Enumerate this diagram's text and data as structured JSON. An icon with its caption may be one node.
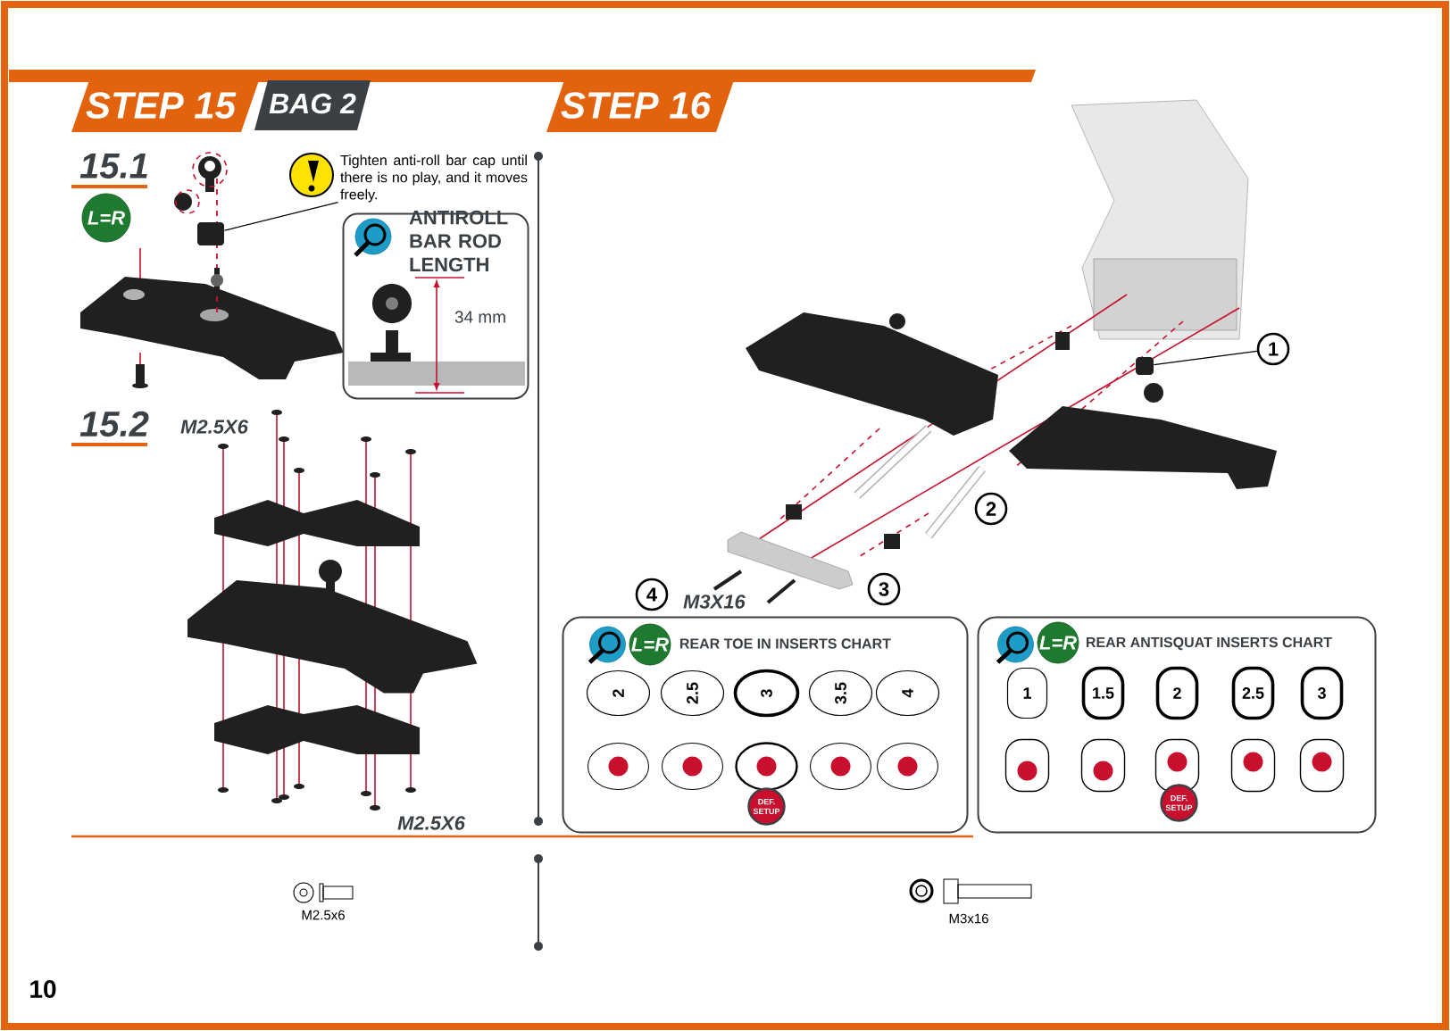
{
  "diagram": {
    "nodes": [
      {
        "text": [
          "Tighten anti-roll bar cap until there is no play, and it moves freely."
        ]
      },
      {
        "text": [],
        "shape": "box"
      },
      {
        "text": [
          "ANTIROLL BAR ROD LENGTH",
          "34 mm"
        ]
      },
      {
        "text": [
          "1"
        ]
      },
      {
        "text": [],
        "shape": "box"
      },
      {
        "text": [
          "2"
        ]
      },
      {
        "text": [
          "3"
        ]
      },
      {
        "text": [
          "4"
        ],
        "beside": [
          "M3X16"
        ]
      },
      {
        "text": [
          "REAR TOE IN INSERTS CHART"
        ]
      },
      {
        "text": [
          "2"
        ],
        "in": 8
      },
      {
        "text": [
          "2.5"
        ],
        "in": 8
      },
      {
        "text": [
          "3"
        ],
        "in": 8
      },
      {
        "text": [
          "3.5"
        ],
        "in": 8
      },
      {
        "text": [
          "4"
        ],
        "in": 8
      },
      {
        "text": [
          "DEF. SETUP"
        ],
        "in": 8
      },
      {
        "text": [
          "REAR ANTISQUAT INSERTS CHART"
        ]
      },
      {
        "text": [
          "1"
        ],
        "in": 15
      },
      {
        "text": [
          "1.5"
        ],
        "in": 15
      },
      {
        "text": [
          "2"
        ],
        "in": 15
      },
      {
        "text": [
          "2.5"
        ],
        "in": 15
      },
      {
        "text": [
          "3"
        ],
        "in": 15
      },
      {
        "text": [
          "DEF. SETUP"
        ],
        "in": 15
      }
    ],
    "edges": [
      {
        "from": 0,
        "to": 1,
        "arrow": "none"
      },
      {
        "from": 3,
        "to": 4,
        "arrow": "none"
      }
    ],
    "labels": [
      "STEP 15",
      "BAG 2",
      "STEP 16",
      "15.1",
      "L=R",
      "15.2",
      "M2.5X6",
      "M2.5X6",
      "L=R",
      "L=R",
      "M2.5x6",
      "M3x16",
      "10"
    ]
  }
}
